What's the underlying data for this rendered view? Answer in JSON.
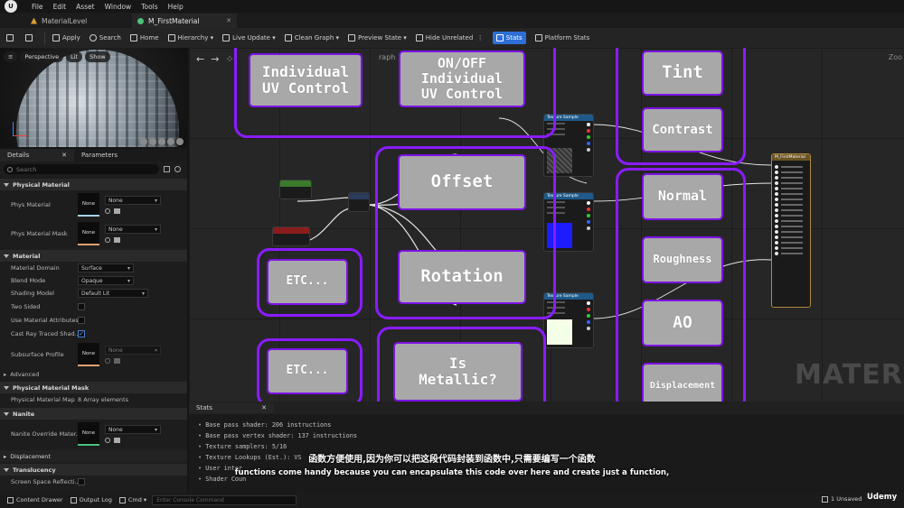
{
  "menu": {
    "logo": "U",
    "items": [
      "File",
      "Edit",
      "Asset",
      "Window",
      "Tools",
      "Help"
    ]
  },
  "tabs": [
    {
      "label": "MaterialLevel",
      "active": false
    },
    {
      "label": "M_FirstMaterial",
      "active": true
    }
  ],
  "toolbar": {
    "apply": "Apply",
    "search": "Search",
    "home": "Home",
    "hierarchy": "Hierarchy",
    "live_update": "Live Update",
    "clean_graph": "Clean Graph",
    "preview_state": "Preview State",
    "hide_unrelated": "Hide Unrelated",
    "stats": "Stats",
    "platform_stats": "Platform Stats"
  },
  "viewport": {
    "perspective": "Perspective",
    "lit": "Lit",
    "show": "Show"
  },
  "details": {
    "tab_details": "Details",
    "tab_parameters": "Parameters",
    "search_placeholder": "Search",
    "sections": {
      "physical_material": "Physical Material",
      "material": "Material",
      "advanced": "Advanced",
      "physical_material_mask": "Physical Material Mask",
      "nanite": "Nanite",
      "displacement": "Displacement",
      "translucency": "Translucency"
    },
    "rows": {
      "phys_material": {
        "label": "Phys Material",
        "thumb": "None",
        "value": "None"
      },
      "phys_material_mask": {
        "label": "Phys Material Mask",
        "thumb": "None",
        "value": "None"
      },
      "material_domain": {
        "label": "Material Domain",
        "value": "Surface"
      },
      "blend_mode": {
        "label": "Blend Mode",
        "value": "Opaque"
      },
      "shading_model": {
        "label": "Shading Model",
        "value": "Default Lit"
      },
      "two_sided": {
        "label": "Two Sided"
      },
      "use_material_attributes": {
        "label": "Use Material Attributes"
      },
      "cast_ray_traced_shadows": {
        "label": "Cast Ray Traced Shad..."
      },
      "subsurface_profile": {
        "label": "Subsurface Profile",
        "thumb": "None",
        "value": "None"
      },
      "physical_material_map": {
        "label": "Physical Material Map",
        "value": "8 Array elements"
      },
      "nanite_override": {
        "label": "Nanite Override Mater...",
        "thumb": "None",
        "value": "None"
      },
      "screen_space_reflections": {
        "label": "Screen Space Reflecti..."
      }
    }
  },
  "graph": {
    "breadcrumb": "raph",
    "zoom": "Zoo",
    "watermark": "MATERIA",
    "nodes": {
      "tex1": "Texture Sample",
      "tex2": "Texture Sample",
      "tex3": "Texture Sample",
      "result": "M_FirstMaterial"
    }
  },
  "groups": {
    "individual_uv": "Individual\nUV Control",
    "onoff_uv": "ON/OFF\nIndividual\nUV Control",
    "offset": "Offset",
    "rotation": "Rotation",
    "etc1": "ETC...",
    "etc2": "ETC...",
    "is_metallic": "Is\nMetallic?",
    "tint": "Tint",
    "contrast": "Contrast",
    "normal": "Normal",
    "roughness": "Roughness",
    "ao": "AO",
    "displacement": "Displacement"
  },
  "stats": {
    "tab": "Stats",
    "lines": [
      "Base pass shader: 206 instructions",
      "Base pass vertex shader: 137 instructions",
      "Texture samplers: 5/16",
      "Texture Lookups (Est.): VS",
      "User inter",
      "Shader Coun"
    ]
  },
  "subtitles": {
    "zh": "函数方便使用,因为你可以把这段代码封装到函数中,只需要编写一个函数",
    "en": "functions come handy because you can encapsulate this code over here and create just a function,"
  },
  "statusbar": {
    "content_drawer": "Content Drawer",
    "output_log": "Output Log",
    "cmd": "Cmd",
    "console_placeholder": "Enter Console Command",
    "unsaved": "1 Unsaved"
  },
  "brand": "Udemy",
  "colors": {
    "annotation_purple": "#8a1cff",
    "label_grey": "#a8a8a8",
    "stats_blue": "#2d6fd6"
  }
}
